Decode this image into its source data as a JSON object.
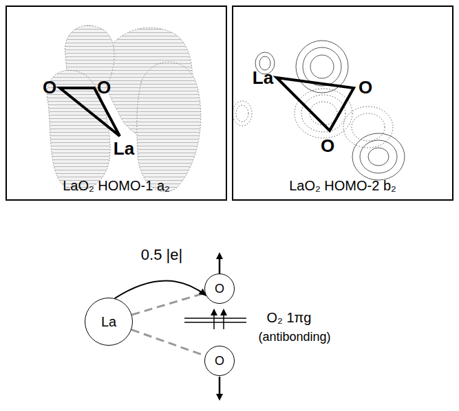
{
  "diagram": {
    "nodes": [
      {
        "text": [
          "LaO₂ HOMO-1 a₂"
        ]
      },
      {
        "text": [
          "LaO₂ HOMO-2 b₂"
        ]
      },
      {
        "text": [
          "La"
        ]
      },
      {
        "text": [
          "O"
        ]
      },
      {
        "text": [
          "O"
        ]
      }
    ],
    "edges": [
      {
        "from": 2,
        "to": 3,
        "arrow": "none"
      },
      {
        "from": 2,
        "to": 4,
        "arrow": "none"
      },
      {
        "from": 2,
        "to": 3,
        "arrow": "to",
        "label": "0.5 |e|"
      }
    ],
    "labels": [
      "O",
      "O",
      "La",
      "La",
      "O",
      "O",
      "O₂ 1πg",
      "(antibonding)"
    ]
  }
}
